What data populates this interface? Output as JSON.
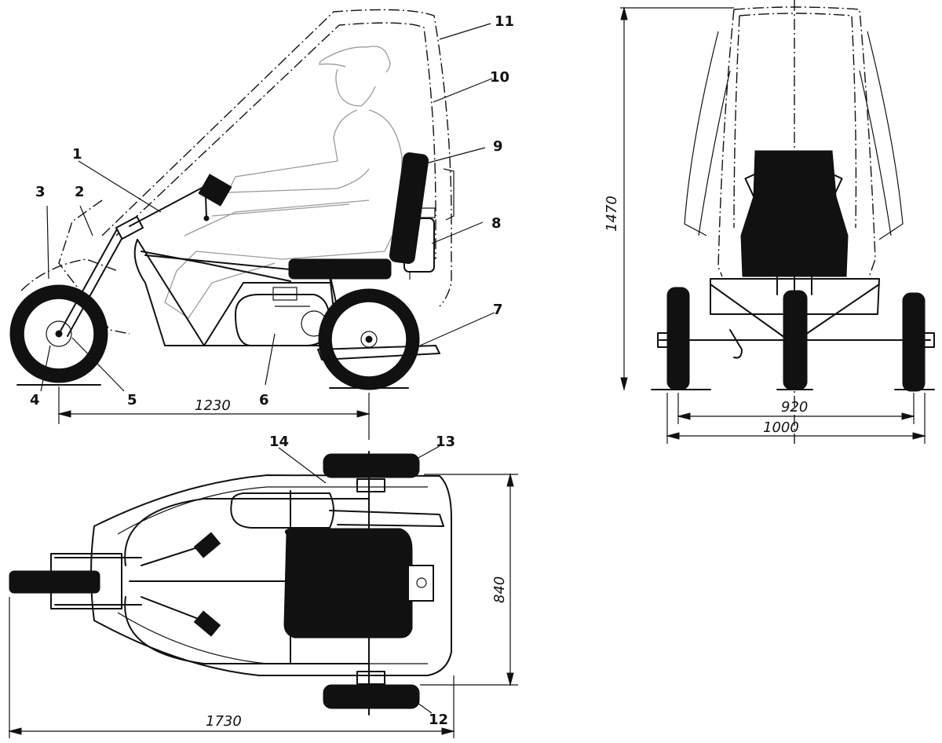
{
  "callouts": [
    "1",
    "2",
    "3",
    "4",
    "5",
    "6",
    "7",
    "8",
    "9",
    "10",
    "11",
    "12",
    "13",
    "14"
  ],
  "dimensions": {
    "wheelbase": "1230",
    "height": "1470",
    "track_inner": "920",
    "track_outer": "1000",
    "width": "840",
    "length": "1730"
  }
}
